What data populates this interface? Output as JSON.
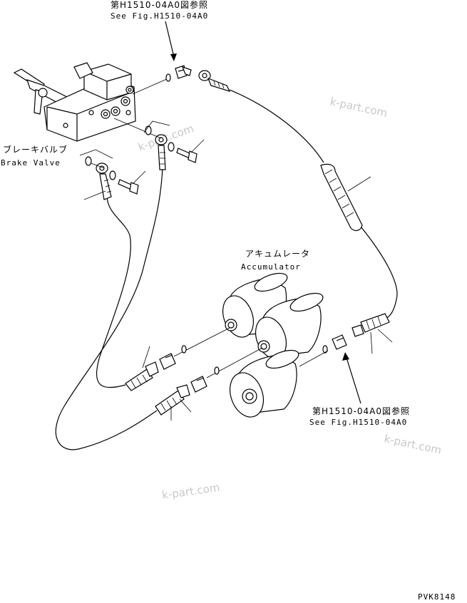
{
  "labels": {
    "ref_top_jp": "第H1510-04A0図参照",
    "ref_top_en": "See Fig.H1510-04A0",
    "brake_valve_jp": "ブレーキバルブ",
    "brake_valve_en": "Brake Valve",
    "accumulator_jp": "アキュムレータ",
    "accumulator_en": "Accumulator",
    "ref_bottom_jp": "第H1510-04A0図参照",
    "ref_bottom_en": "See Fig.H1510-04A0",
    "drawing_code": "PVK8148"
  },
  "watermarks": [
    "k-part.com",
    "k-part.com",
    "k-part.com",
    "k-part.com"
  ]
}
